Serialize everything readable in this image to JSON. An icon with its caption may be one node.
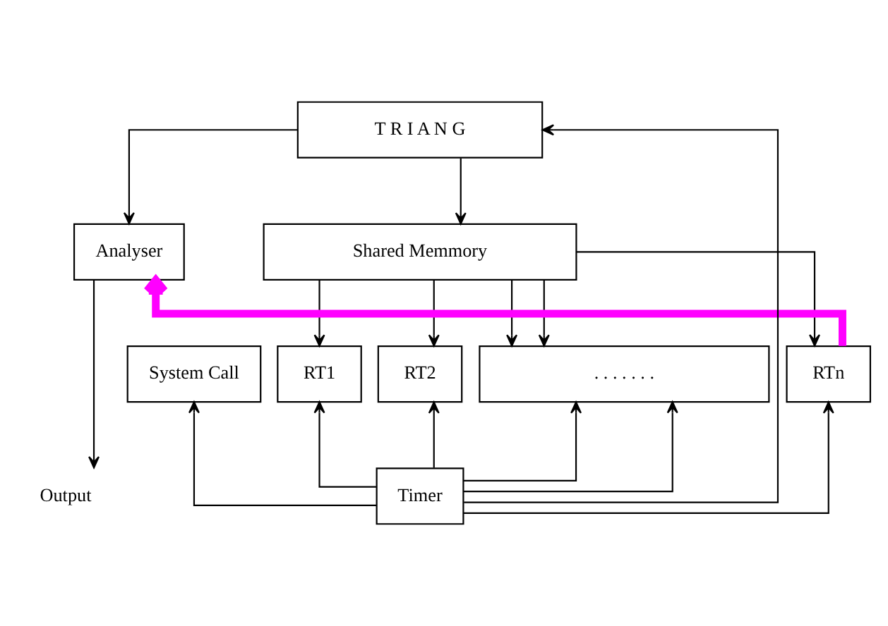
{
  "diagram": {
    "nodes": [
      {
        "text": [
          "T R I A N G"
        ]
      },
      {
        "text": [
          "Shared Memmory"
        ]
      },
      {
        "text": [
          "System Call"
        ]
      },
      {
        "text": [
          "Analyser"
        ]
      },
      {
        "text": [
          "RT1"
        ]
      },
      {
        "text": [
          "RT2"
        ]
      },
      {
        "text": [
          ". . . . . . ."
        ]
      },
      {
        "text": [
          "RTn"
        ]
      },
      {
        "text": [
          "Output"
        ]
      },
      {
        "text": [
          "Timer"
        ]
      }
    ],
    "edges": [
      {
        "from": 0,
        "to": 1,
        "arrow": "to"
      },
      {
        "from": 0,
        "to": 3,
        "arrow": "to"
      },
      {
        "from": 1,
        "to": 4,
        "arrow": "to"
      },
      {
        "from": 1,
        "to": 5,
        "arrow": "to"
      },
      {
        "from": 1,
        "to": 6,
        "arrow": "to"
      },
      {
        "from": 1,
        "to": 6,
        "arrow": "to"
      },
      {
        "from": 1,
        "to": 7,
        "arrow": "to"
      },
      {
        "from": 7,
        "to": 3,
        "arrow": "to",
        "style": "thick",
        "color": "#ff00ff"
      },
      {
        "from": 3,
        "to": 8,
        "arrow": "to"
      },
      {
        "from": 9,
        "to": 4,
        "arrow": "to"
      },
      {
        "from": 9,
        "to": 5,
        "arrow": "to"
      },
      {
        "from": 9,
        "to": 6,
        "arrow": "to"
      },
      {
        "from": 9,
        "to": 6,
        "arrow": "to"
      },
      {
        "from": 9,
        "to": 7,
        "arrow": "to"
      },
      {
        "from": 9,
        "to": 2,
        "arrow": "to"
      },
      {
        "from": 9,
        "to": 0,
        "arrow": "to"
      }
    ]
  }
}
